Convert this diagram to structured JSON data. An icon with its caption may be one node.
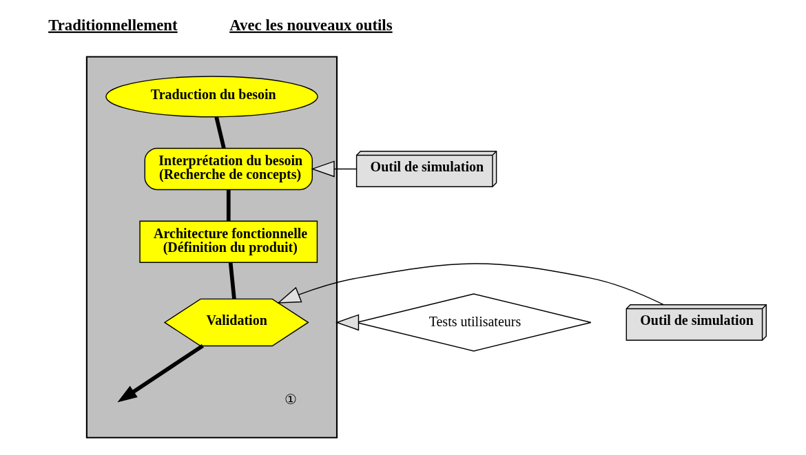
{
  "diagram": {
    "nodes": [
      {
        "text": [],
        "shape": "box"
      },
      {
        "text": [
          "Traduction du besoin"
        ],
        "in": 0
      },
      {
        "text": [
          "Interprétation du besoin",
          "(Recherche de concepts)"
        ],
        "in": 0
      },
      {
        "text": [
          "Outil de simulation"
        ]
      },
      {
        "text": [
          "Architecture fonctionnelle",
          "(Définition du produit)"
        ],
        "in": 0
      },
      {
        "text": [
          "Tests utilisateurs"
        ]
      },
      {
        "text": [
          "Validation"
        ],
        "in": 0
      },
      {
        "text": [
          "Outil de simulation"
        ]
      }
    ],
    "edges": [
      {
        "from": 1,
        "to": 2,
        "arrow": "none"
      },
      {
        "from": 2,
        "to": 4,
        "arrow": "none"
      },
      {
        "from": 4,
        "to": 6,
        "arrow": "none"
      },
      {
        "from": 6,
        "to": null,
        "arrow": "to"
      },
      {
        "from": 3,
        "to": 2,
        "arrow": "to"
      },
      {
        "from": 5,
        "to": 0,
        "arrow": "to"
      },
      {
        "from": 7,
        "to": 6,
        "arrow": "to"
      }
    ],
    "labels": [
      "Traditionnellement",
      "Avec les nouveaux outils",
      "①"
    ]
  }
}
